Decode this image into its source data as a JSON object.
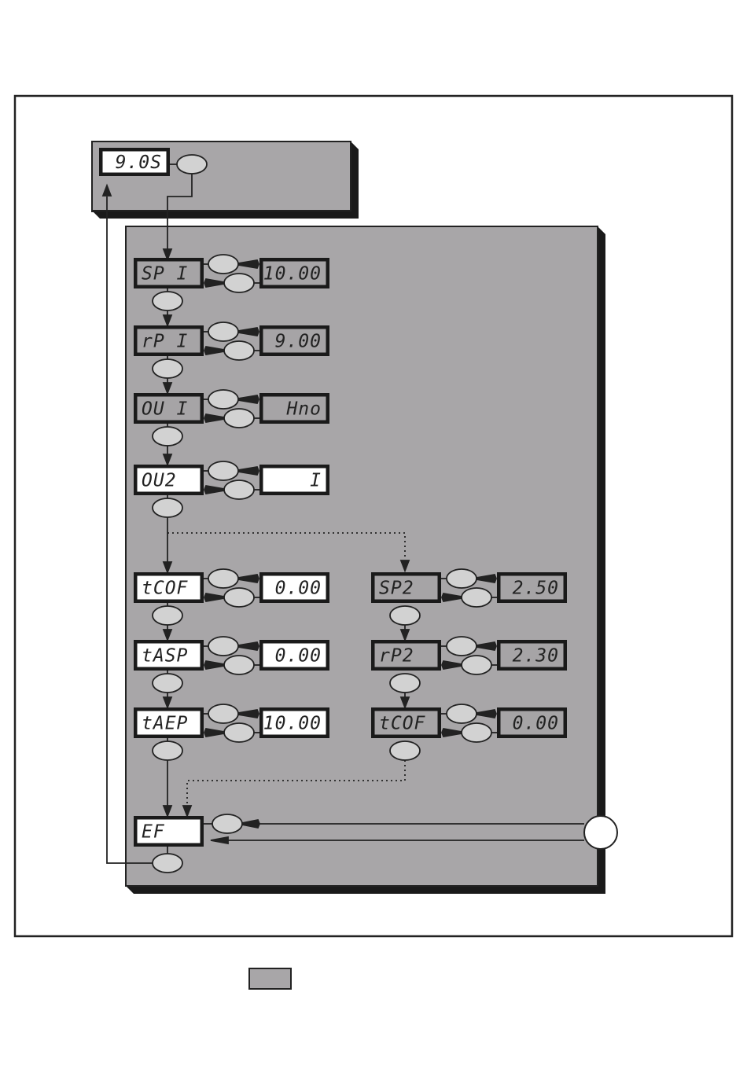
{
  "title_display": "9.0S",
  "left_column": [
    {
      "code": "SP1",
      "label": "SP I",
      "value": "10.00"
    },
    {
      "code": "rP1",
      "label": "rP I",
      "value": "9.00"
    },
    {
      "code": "OU1",
      "label": "OU I",
      "value": "Hno"
    },
    {
      "code": "OU2",
      "label": "OU2",
      "value": "I"
    },
    {
      "code": "tCOF",
      "label": "tCOF",
      "value": "0.00"
    },
    {
      "code": "tASP",
      "label": "tASP",
      "value": "0.00"
    },
    {
      "code": "tAEP",
      "label": "tAEP",
      "value": "10.00"
    }
  ],
  "right_column": [
    {
      "code": "SP2",
      "label": "SP2",
      "value": "2.50"
    },
    {
      "code": "rP2",
      "label": "rP2",
      "value": "2.30"
    },
    {
      "code": "tCOF",
      "label": "tCOF",
      "value": "0.00"
    }
  ],
  "exit_display": "EF",
  "colors": {
    "panel": "#a8a6a8",
    "shadow": "#1a1a1a",
    "button": "#d2d2d2",
    "lcd_bg": "#a6a4a6",
    "white": "#ffffff"
  }
}
